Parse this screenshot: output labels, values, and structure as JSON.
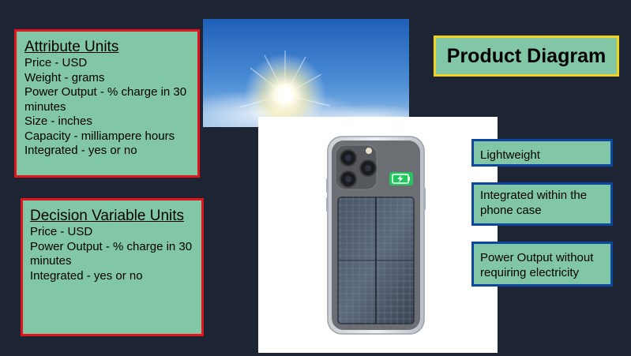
{
  "attribute_units": {
    "heading": "Attribute Units",
    "lines": [
      "Price - USD",
      "Weight - grams",
      "Power Output - % charge in 30",
      "minutes",
      "Size - inches",
      "Capacity - milliampere hours",
      "Integrated - yes or no"
    ]
  },
  "decision_variable_units": {
    "heading": "Decision Variable Units",
    "lines": [
      "Price - USD",
      "Power Output - % charge in 30",
      "minutes",
      "Integrated - yes or no"
    ]
  },
  "title": "Product Diagram",
  "features": [
    {
      "lines": [
        "Lightweight"
      ]
    },
    {
      "lines": [
        "Integrated within the",
        "phone case"
      ]
    },
    {
      "lines": [
        "Power Output without",
        "requiring electricity"
      ]
    }
  ],
  "colors": {
    "background": "#1d2433",
    "box_fill": "#82c7a5",
    "attribute_border": "#e3141b",
    "feature_border": "#0d47a1",
    "title_border": "#f2d21b",
    "battery_indicator": "#22c55e"
  },
  "icons": [
    "sun-sky-photo",
    "solar-phone-case-photo",
    "battery-charging-icon"
  ]
}
